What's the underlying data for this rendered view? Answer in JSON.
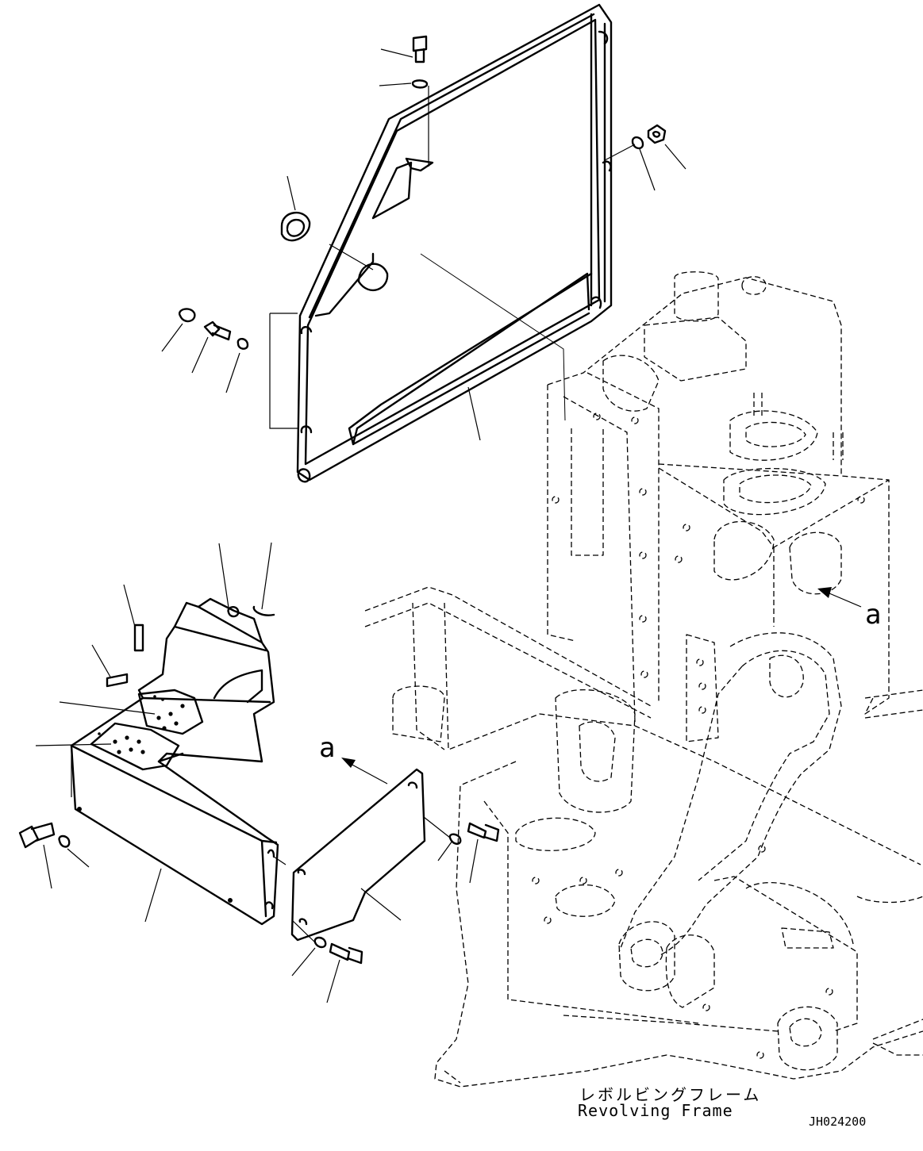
{
  "labels": {
    "view_arrow_left": "a",
    "view_arrow_right": "a",
    "frame_name_jp": "レボルビングフレーム",
    "frame_name_en": "Revolving Frame",
    "drawing_number": "JH024200"
  },
  "colors": {
    "line": "#000000",
    "background": "#ffffff"
  }
}
